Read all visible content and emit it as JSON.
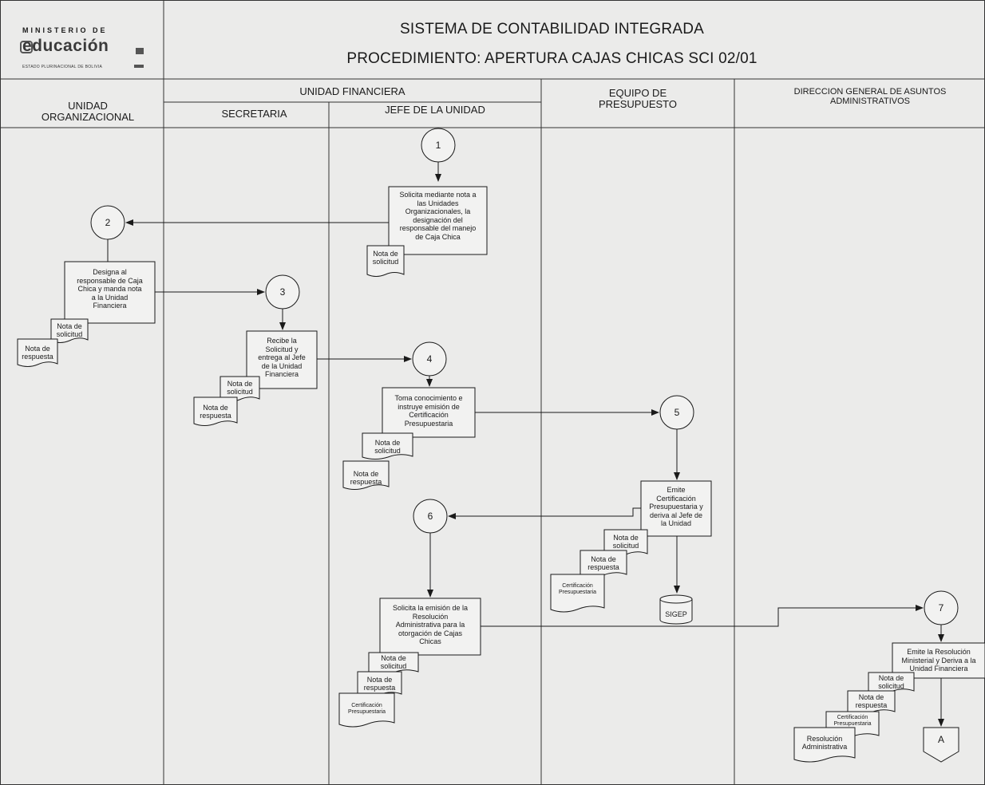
{
  "logo": {
    "top_text": "MINISTERIO DE",
    "main_text": "educación",
    "sub_text": "ESTADO PLURINACIONAL DE BOLIVIA"
  },
  "header": {
    "title": "SISTEMA DE CONTABILIDAD INTEGRADA",
    "procedure": "PROCEDIMIENTO: APERTURA CAJAS CHICAS SCI 02/01"
  },
  "lanes": {
    "unidad_organizacional": "UNIDAD\nORGANIZACIONAL",
    "unidad_financiera": "UNIDAD FINANCIERA",
    "secretaria": "SECRETARIA",
    "jefe_unidad": "JEFE DE LA UNIDAD",
    "equipo_presupuesto": "EQUIPO DE\nPRESUPUESTO",
    "direccion_general": "DIRECCION GENERAL DE ASUNTOS\nADMINISTRATIVOS"
  },
  "steps": {
    "s1": "Solicita mediante nota a\nlas Unidades\nOrganizacionales, la\ndesignación del\nresponsable del manejo\nde Caja Chica",
    "s2": "Designa al\nresponsable de Caja\nChica y manda nota\na la Unidad\nFinanciera",
    "s3": "Recibe la\nSolicitud y\nentrega al Jefe\nde la Unidad\nFinanciera",
    "s4": "Toma conocimiento e\ninstruye emisión de\nCertificación\nPresupuestaria",
    "s5": "Emite\nCertificación\nPresupuestaria y\nderiva al Jefe de\nla Unidad",
    "s6": "Solicita la emisión de la\nResolución\nAdministrativa para la\notorgación de Cajas\nChicas",
    "s7": "Emite la Resolución\nMinisterial y Deriva a la\nUnidad Financiera"
  },
  "connectors": {
    "c1": "1",
    "c2": "2",
    "c3": "3",
    "c4": "4",
    "c5": "5",
    "c6": "6",
    "c7": "7",
    "offpage": "A"
  },
  "documents": {
    "nota_solicitud": "Nota de\nsolicitud",
    "nota_respuesta": "Nota de\nrespuesta",
    "certificacion": "Certificación\nPresupuestaria",
    "resolucion": "Resolución\nAdministrativa"
  },
  "database": {
    "label": "SIGEP"
  },
  "colors": {
    "line": "#1a1a1a",
    "paper": "#ebebea",
    "box_fill": "#f2f2f1"
  }
}
